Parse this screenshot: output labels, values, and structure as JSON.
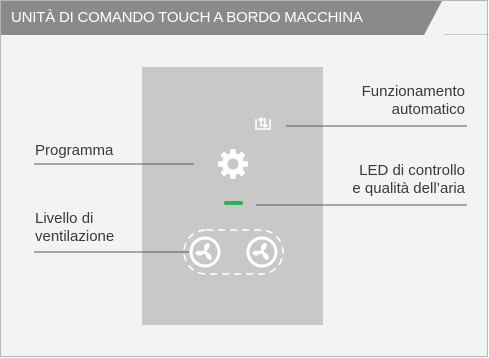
{
  "header": {
    "title": "UNITÀ DI COMANDO TOUCH A BORDO MACCHINA"
  },
  "colors": {
    "header": "#8a8a8a",
    "panel": "#c8c8c8",
    "led": "#2fb34a",
    "icon": "#ffffff"
  },
  "callouts": {
    "auto": {
      "line1": "Funzionamento",
      "line2": "automatico",
      "icon": "auto-mode-icon"
    },
    "program": {
      "line1": "Programma",
      "icon": "gear-icon"
    },
    "led": {
      "line1": "LED di controllo",
      "line2": "e qualità dell’aria",
      "icon": "led-indicator"
    },
    "fan": {
      "line1": "Livello di",
      "line2": "ventilazione",
      "icon": "fan-icon"
    }
  }
}
